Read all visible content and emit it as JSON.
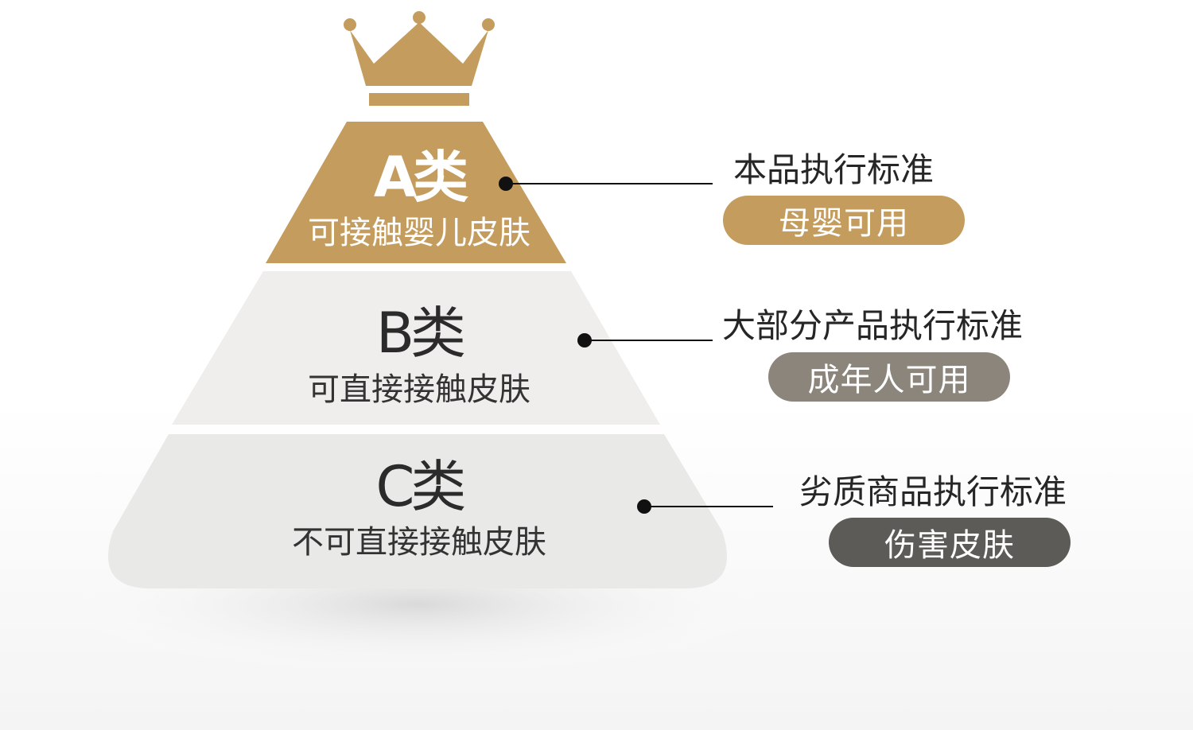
{
  "tiers": [
    {
      "grade": "A类",
      "description": "可接触婴儿皮肤",
      "standard": "本品执行标准",
      "badge": "母婴可用"
    },
    {
      "grade": "B类",
      "description": "可直接接触皮肤",
      "standard": "大部分产品执行标准",
      "badge": "成年人可用"
    },
    {
      "grade": "C类",
      "description": "不可直接接触皮肤",
      "standard": "劣质商品执行标准",
      "badge": "伤害皮肤"
    }
  ],
  "colors": {
    "gold": "#c49d5e",
    "tier_light": "#efeeec",
    "tier_lighter": "#e9e9e8",
    "badge_a": "#c49d5e",
    "badge_b": "#8c857b",
    "badge_c": "#5d5b57",
    "connector": "#111111"
  },
  "icons": {
    "top": "crown-icon"
  }
}
